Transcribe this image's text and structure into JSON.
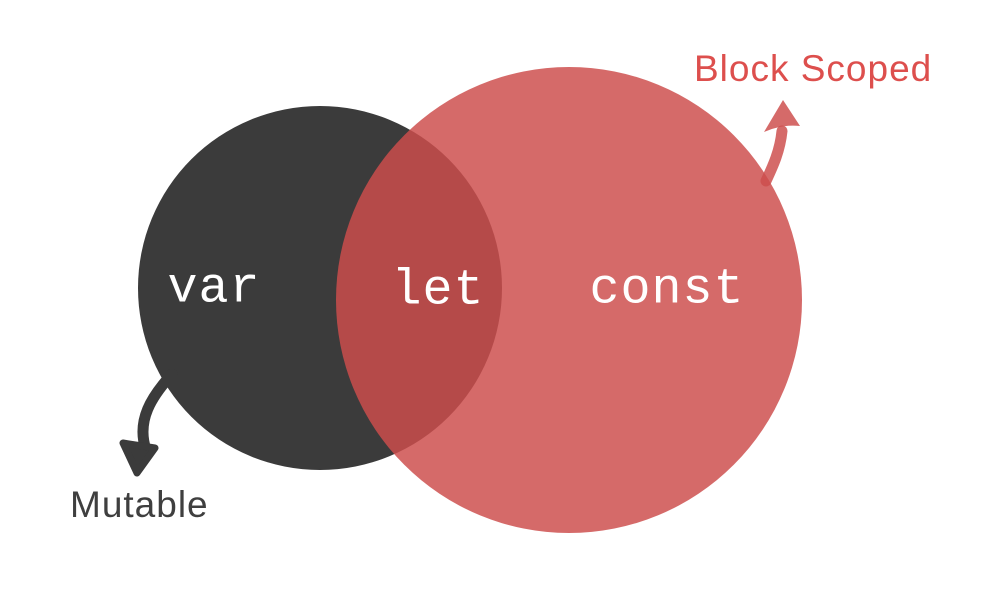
{
  "colors": {
    "background": "#ffffff",
    "dark_circle": "#3b3b3b",
    "red_circle_rgba": "rgba(205,77,76,0.84)",
    "red_circle_rendered_on_white": "#d76b69",
    "overlap_rendered": "#b34b4a",
    "circle_text": "#ffffff",
    "block_scoped_label": "#dd4f4d",
    "mutable_label": "#3f3f3f"
  },
  "venn": {
    "left_circle": {
      "label": "var"
    },
    "intersection": {
      "label": "let"
    },
    "right_circle": {
      "label": "const"
    }
  },
  "annotations": {
    "mutable": {
      "text": "Mutable",
      "target": "var circle"
    },
    "block_scoped": {
      "text": "Block Scoped",
      "target": "const circle"
    }
  }
}
